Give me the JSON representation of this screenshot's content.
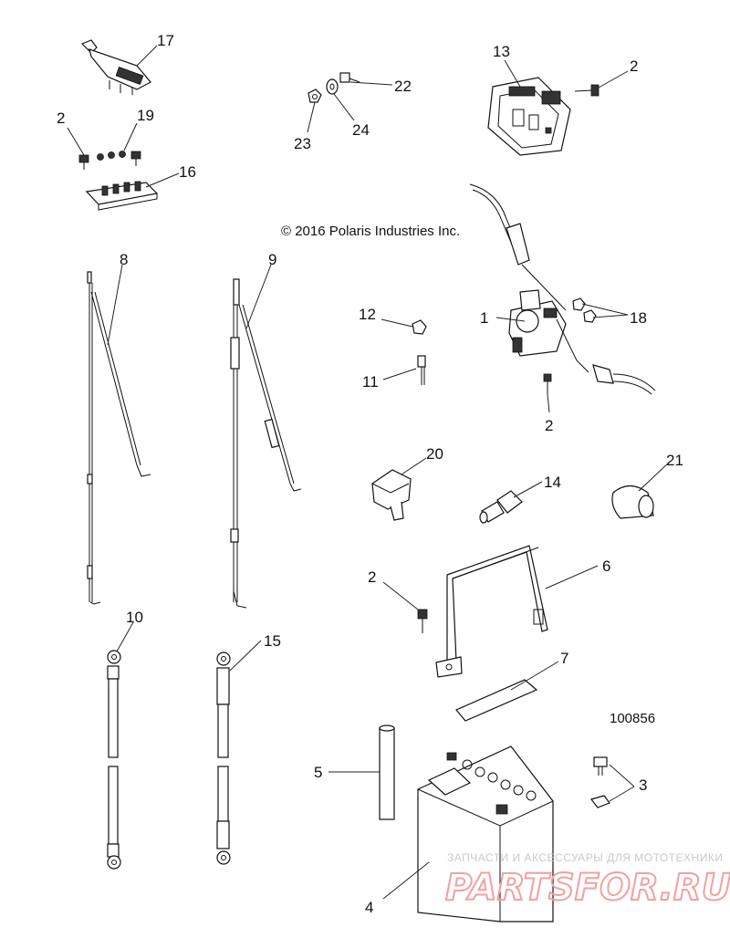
{
  "copyright": "© 2016 Polaris Industries Inc.",
  "reference_number": "100856",
  "watermark": {
    "tagline": "ЗАПЧАСТИ И АКСЕССУАРЫ ДЛЯ МОТОТЕХНИКИ",
    "brand": "PARTSFOR.RU",
    "color": "#f2a0a0"
  },
  "callouts": [
    "1",
    "2",
    "3",
    "4",
    "5",
    "6",
    "7",
    "8",
    "9",
    "10",
    "11",
    "12",
    "13",
    "14",
    "15",
    "16",
    "17",
    "18",
    "19",
    "20",
    "21",
    "22",
    "23",
    "24"
  ],
  "labels": {
    "n17": "17",
    "n2a": "2",
    "n19": "19",
    "n16": "16",
    "n13": "13",
    "n2b": "2",
    "n22": "22",
    "n23": "23",
    "n24": "24",
    "n8": "8",
    "n9": "9",
    "n12": "12",
    "n1": "1",
    "n18": "18",
    "n11": "11",
    "n2c": "2",
    "n20": "20",
    "n14": "14",
    "n21": "21",
    "n2d": "2",
    "n6": "6",
    "n7": "7",
    "n10": "10",
    "n15": "15",
    "n5": "5",
    "n3": "3",
    "n4": "4"
  }
}
